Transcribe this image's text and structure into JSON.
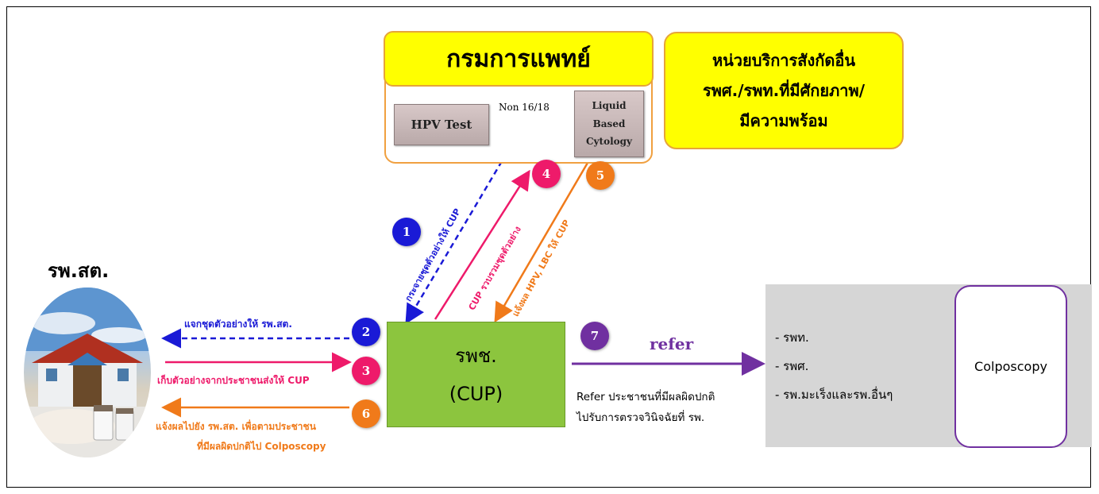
{
  "dms": {
    "title": "กรมการแพทย์"
  },
  "other_units": {
    "lines": [
      "หน่วยบริการสังกัดอื่น",
      "รพศ./รพท.ที่มีศักยภาพ/",
      "มีความพร้อม"
    ]
  },
  "tests": {
    "hpv": "HPV Test",
    "arrow_label": "Non 16/18",
    "lbc": [
      "Liquid",
      "Based",
      "Cytology"
    ]
  },
  "steps": {
    "s1": {
      "num": "1",
      "label": "กระจายชุดตัวอย่างให้ CUP"
    },
    "s4": {
      "num": "4",
      "label": "CUP รวบรวมชุดตัวอย่าง"
    },
    "s5": {
      "num": "5",
      "label": "แจ้งผล HPV, LBC ให้ CUP"
    },
    "s2": {
      "num": "2",
      "label": "แจกชุดตัวอย่างให้ รพ.สต."
    },
    "s3": {
      "num": "3",
      "label": "เก็บตัวอย่างจากประชาชนส่งให้ CUP"
    },
    "s6": {
      "num": "6",
      "label_line1": "แจ้งผลไปยัง รพ.สต. เพื่อตามประชาชน",
      "label_line2": "ที่มีผลผิดปกติไป Colposcopy"
    },
    "s7": {
      "num": "7",
      "label": "refer"
    }
  },
  "cup": {
    "line1": "รพช.",
    "line2": "(CUP)"
  },
  "rpst": {
    "title": "รพ.สต."
  },
  "refer_text": {
    "line1": "Refer ประชาชนที่มีผลผิดปกติ",
    "line2": "ไปรับการตรวจวินิจฉัยที่ รพ."
  },
  "hospitals": [
    "- รพท.",
    "- รพศ.",
    "- รพ.มะเร็งและรพ.อื่นๆ"
  ],
  "colposcopy": "Colposcopy",
  "colors": {
    "blue": "#1a1ad6",
    "pink": "#ee1a6a",
    "orange": "#f07a1a",
    "purple": "#7030a0",
    "green": "#8cc53e",
    "yellow": "#ffff00"
  }
}
